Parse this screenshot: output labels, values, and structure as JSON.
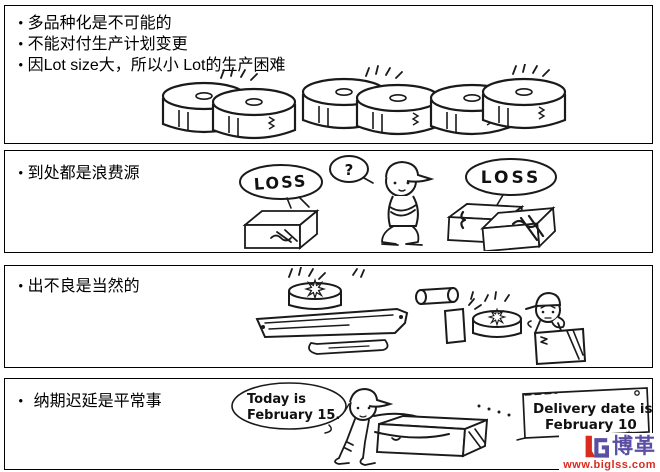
{
  "bullet_char": "•",
  "panels": [
    {
      "name": "variety-not-possible",
      "bullets": [
        "多品种化是不可能的",
        "不能对付生产计划变更",
        "因Lot size大，所以小 Lot的生产困难"
      ]
    },
    {
      "name": "waste-everywhere",
      "bullets": [
        "到处都是浪费源"
      ],
      "labels": {
        "loss_left": "LOSS",
        "question": "?",
        "loss_right": "LOSS"
      }
    },
    {
      "name": "defects-natural",
      "bullets": [
        "出不良是当然的"
      ]
    },
    {
      "name": "delivery-delay",
      "bullets": [
        "纳期迟延是平常事"
      ],
      "labels": {
        "today_line1": "Today is",
        "today_line2": "February 15.",
        "delivery_line1": "Delivery date is",
        "delivery_line2": "February 10"
      }
    }
  ],
  "logo": {
    "brand": "博革",
    "url_text": "www.biglss.com",
    "color_purple": "#5B4EA3",
    "color_red": "#D92B20"
  }
}
